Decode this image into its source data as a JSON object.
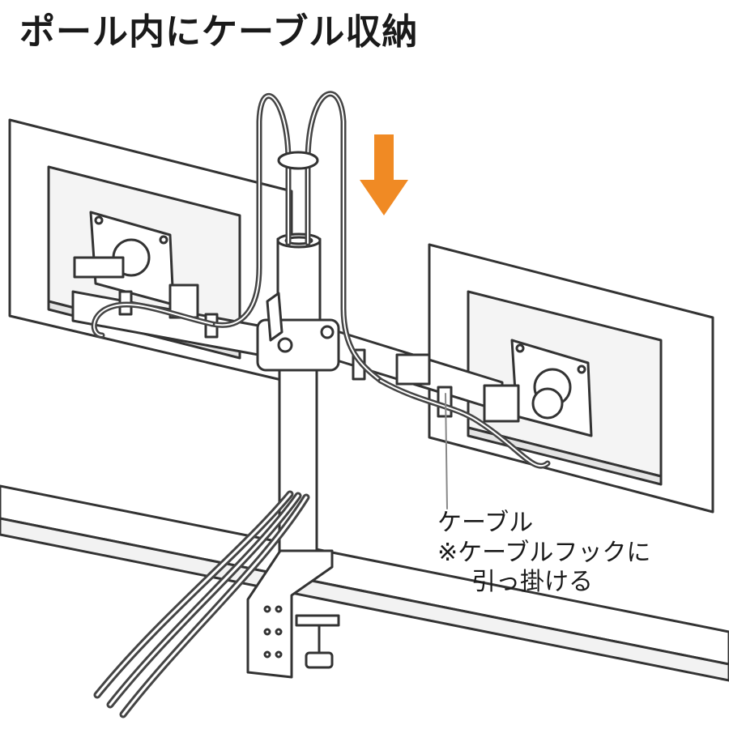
{
  "title": "ポール内にケーブル収納",
  "callout": {
    "line1": "ケーブル",
    "line2": "※ケーブルフックに",
    "line3": "引っ掛ける"
  },
  "colors": {
    "arrow": "#F08A24",
    "line": "#333333",
    "panel": "#ffffff",
    "screen_gray": "#f4f4f4"
  },
  "icons": [
    "down-arrow-icon"
  ]
}
